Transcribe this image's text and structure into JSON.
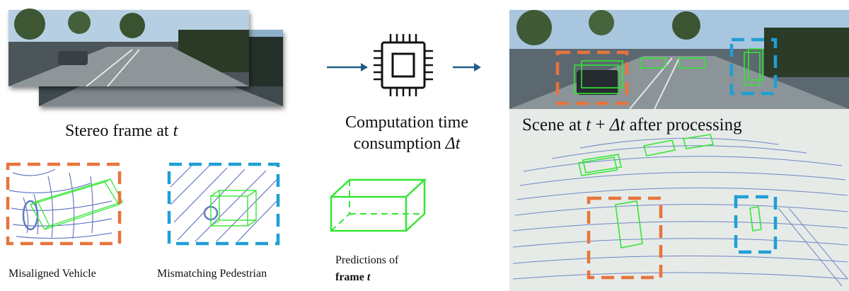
{
  "left": {
    "stereo_caption_text": "Stereo frame at",
    "stereo_caption_var": "t",
    "misaligned_label": "Misaligned Vehicle",
    "mismatching_label": "Mismatching Pedestrian"
  },
  "middle": {
    "computation_line1": "Computation time",
    "computation_line2_text": "consumption",
    "computation_line2_var": "Δt",
    "predictions_line1": "Predictions of",
    "predictions_line2_text": "frame",
    "predictions_line2_var": "t"
  },
  "right": {
    "scene_text_1": "Scene at",
    "scene_var_1": "t",
    "scene_plus": "+",
    "scene_var_2": "Δt",
    "scene_text_2": "after processing"
  },
  "colors": {
    "orange": "#e8743b",
    "blue": "#1f9fd5",
    "green": "#33e633",
    "arrow": "#1f5f86",
    "lidar": "#4a64b8"
  },
  "icons": [
    "cpu-chip-icon",
    "arrow-right-icon",
    "bounding-box-3d-icon"
  ]
}
